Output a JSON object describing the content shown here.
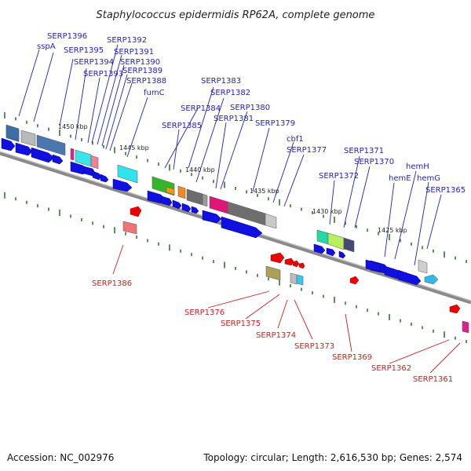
{
  "title": "Staphylococcus epidermidis RP62A, complete genome",
  "footer": {
    "accession": "Accession: NC_002976",
    "summary": "Topology: circular; Length: 2,616,530 bp; Genes: 2,574"
  },
  "scale_labels": [
    "1450 kbp",
    "1445 kbp",
    "1440 kbp",
    "1435 kbp",
    "1430 kbp",
    "1425 kbp"
  ],
  "forward_labels": [
    "SERP1396",
    "sspA",
    "SERP1395",
    "SERP1394",
    "SERP1393",
    "SERP1392",
    "SERP1391",
    "SERP1390",
    "SERP1389",
    "SERP1388",
    "fumC",
    "SERP1383",
    "SERP1382",
    "SERP1384",
    "SERP1380",
    "SERP1381",
    "SERP1385",
    "SERP1379",
    "cbf1",
    "SERP1377",
    "SERP1371",
    "SERP1370",
    "SERP1372",
    "hemH",
    "hemE",
    "hemG",
    "SERP1365"
  ],
  "reverse_labels": [
    "SERP1386",
    "SERP1376",
    "SERP1375",
    "SERP1374",
    "SERP1373",
    "SERP1369",
    "SERP1362",
    "SERP1361"
  ],
  "colors": {
    "label_forward": "#1f1fbf",
    "label_reverse": "#cc1f1f",
    "cds_forward": "#1010e0",
    "cds_reverse": "#ee0000",
    "backbone": "#808080",
    "tick": "#2a7a2a"
  }
}
